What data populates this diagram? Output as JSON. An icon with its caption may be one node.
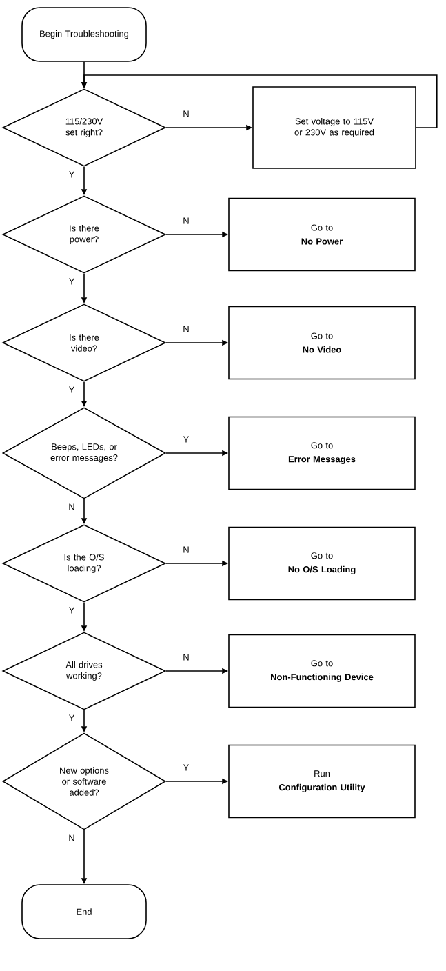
{
  "diagram": {
    "nodes": [
      {
        "text": [
          "Begin Troubleshooting"
        ]
      },
      {
        "text": [
          "115/230V set right?"
        ]
      },
      {
        "text": [
          "Set voltage to 115V or 230V as required"
        ]
      },
      {
        "text": [
          "Is there power?"
        ]
      },
      {
        "text": [
          "Go to",
          "No Power"
        ]
      },
      {
        "text": [
          "Is there video?"
        ]
      },
      {
        "text": [
          "Go to",
          "No Video"
        ]
      },
      {
        "text": [
          "Beeps, LEDs, or error messages?"
        ]
      },
      {
        "text": [
          "Go to",
          "Error Messages"
        ]
      },
      {
        "text": [
          "Is the O/S loading?"
        ]
      },
      {
        "text": [
          "Go to",
          "No O/S Loading"
        ]
      },
      {
        "text": [
          "All drives working?"
        ]
      },
      {
        "text": [
          "Go to",
          "Non-Functioning Device"
        ]
      },
      {
        "text": [
          "New options or software added?"
        ]
      },
      {
        "text": [
          "Run",
          "Configuration Utility"
        ]
      },
      {
        "text": [
          "End"
        ]
      }
    ],
    "edges": [
      {
        "from": 0,
        "to": 1,
        "arrow": "to"
      },
      {
        "from": 1,
        "to": 2,
        "arrow": "to",
        "label": "N"
      },
      {
        "from": 2,
        "to": 1,
        "arrow": "to"
      },
      {
        "from": 1,
        "to": 3,
        "arrow": "to",
        "label": "Y"
      },
      {
        "from": 3,
        "to": 4,
        "arrow": "to",
        "label": "N"
      },
      {
        "from": 3,
        "to": 5,
        "arrow": "to",
        "label": "Y"
      },
      {
        "from": 5,
        "to": 6,
        "arrow": "to",
        "label": "N"
      },
      {
        "from": 5,
        "to": 7,
        "arrow": "to",
        "label": "Y"
      },
      {
        "from": 7,
        "to": 8,
        "arrow": "to",
        "label": "Y"
      },
      {
        "from": 7,
        "to": 9,
        "arrow": "to",
        "label": "N"
      },
      {
        "from": 9,
        "to": 10,
        "arrow": "to",
        "label": "N"
      },
      {
        "from": 9,
        "to": 11,
        "arrow": "to",
        "label": "Y"
      },
      {
        "from": 11,
        "to": 12,
        "arrow": "to",
        "label": "N"
      },
      {
        "from": 11,
        "to": 13,
        "arrow": "to",
        "label": "Y"
      },
      {
        "from": 13,
        "to": 14,
        "arrow": "to",
        "label": "Y"
      },
      {
        "from": 13,
        "to": 15,
        "arrow": "to",
        "label": "N"
      }
    ]
  }
}
